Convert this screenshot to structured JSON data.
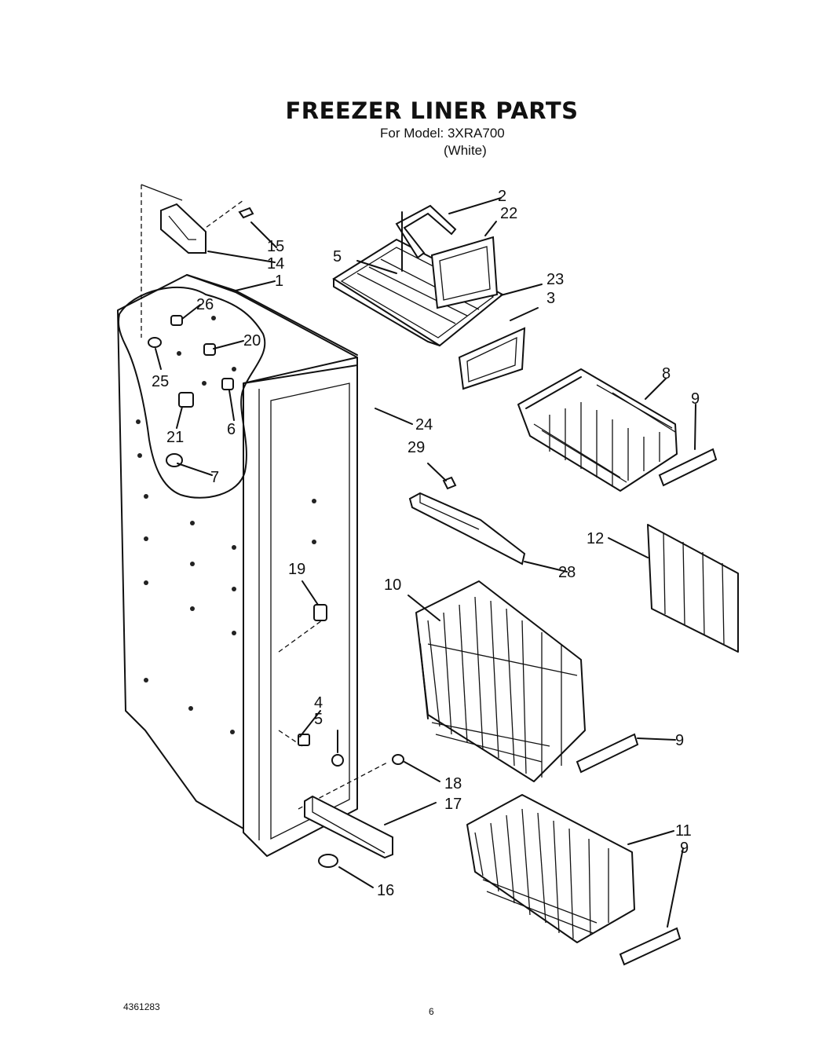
{
  "header": {
    "title": "FREEZER LINER PARTS",
    "model_line": "For Model: 3XRA700",
    "color_line": "(White)"
  },
  "callouts": [
    "2",
    "22",
    "5",
    "23",
    "3",
    "15",
    "14",
    "1",
    "26",
    "20",
    "25",
    "6",
    "21",
    "7",
    "24",
    "29",
    "8",
    "9",
    "12",
    "28",
    "10",
    "19",
    "4",
    "5",
    "18",
    "17",
    "9",
    "11",
    "9",
    "16"
  ],
  "footer": {
    "code": "4361283",
    "page": "6"
  }
}
